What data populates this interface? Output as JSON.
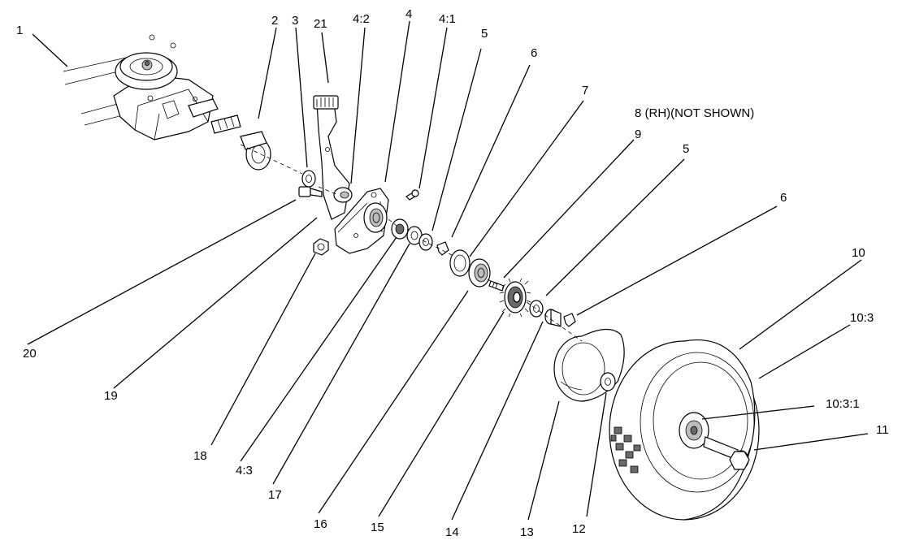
{
  "callouts": {
    "c1": "1",
    "c2": "2",
    "c3": "3",
    "c21": "21",
    "c4_2": "4:2",
    "c4": "4",
    "c4_1": "4:1",
    "c5a": "5",
    "c6a": "6",
    "c7": "7",
    "c8": "8 (RH)(NOT SHOWN)",
    "c9": "9",
    "c5b": "5",
    "c6b": "6",
    "c10": "10",
    "c10_3": "10:3",
    "c10_3_1": "10:3:1",
    "c11": "11",
    "c20": "20",
    "c19": "19",
    "c18": "18",
    "c4_3": "4:3",
    "c17": "17",
    "c16": "16",
    "c15": "15",
    "c14": "14",
    "c13": "13",
    "c12": "12"
  }
}
